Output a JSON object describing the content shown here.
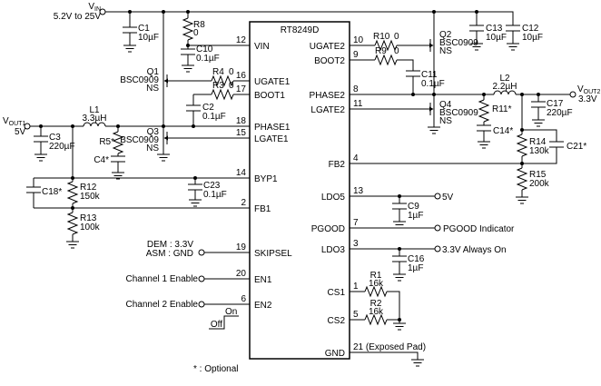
{
  "ic": {
    "title": "RT8249D",
    "left_pins": [
      {
        "num": "12",
        "name": "VIN"
      },
      {
        "num": "16",
        "name": "UGATE1"
      },
      {
        "num": "17",
        "name": "BOOT1"
      },
      {
        "num": "18",
        "name": "PHASE1"
      },
      {
        "num": "15",
        "name": "LGATE1"
      },
      {
        "num": "14",
        "name": "BYP1"
      },
      {
        "num": "2",
        "name": "FB1"
      },
      {
        "num": "19",
        "name": "SKIPSEL"
      },
      {
        "num": "20",
        "name": "EN1"
      },
      {
        "num": "6",
        "name": "EN2"
      }
    ],
    "right_pins": [
      {
        "num": "10",
        "name": "UGATE2"
      },
      {
        "num": "9",
        "name": "BOOT2"
      },
      {
        "num": "8",
        "name": "PHASE2"
      },
      {
        "num": "11",
        "name": "LGATE2"
      },
      {
        "num": "4",
        "name": "FB2"
      },
      {
        "num": "13",
        "name": "LDO5"
      },
      {
        "num": "7",
        "name": "PGOOD"
      },
      {
        "num": "3",
        "name": "LDO3"
      },
      {
        "num": "1",
        "name": "CS1"
      },
      {
        "num": "5",
        "name": "CS2"
      },
      {
        "num": "21 (Exposed Pad)",
        "name": "GND"
      }
    ]
  },
  "terminals": {
    "vin": {
      "symbol": "V",
      "sub": "IN",
      "range": "5.2V to 25V"
    },
    "vout1": {
      "symbol": "V",
      "sub": "OUT1",
      "voltage": "5V"
    },
    "vout2": {
      "symbol": "V",
      "sub": "OUT2",
      "voltage": "3.3V"
    },
    "ldo5": "5V",
    "pgood": "PGOOD Indicator",
    "ldo3": "3.3V Always On"
  },
  "components": {
    "C1": {
      "ref": "C1",
      "value": "10µF"
    },
    "R8": {
      "ref": "R8",
      "value": "0"
    },
    "C10": {
      "ref": "C10",
      "value": "0.1µF"
    },
    "Q1": {
      "ref": "Q1",
      "value": "BSC0909",
      "value2": "NS"
    },
    "R4": {
      "ref": "R4",
      "value": "0"
    },
    "R3": {
      "ref": "R3",
      "value": "0"
    },
    "C2": {
      "ref": "C2",
      "value": "0.1µF"
    },
    "L1": {
      "ref": "L1",
      "value": "3.3µH"
    },
    "C3": {
      "ref": "C3",
      "value": "220µF"
    },
    "R5": {
      "ref": "R5*"
    },
    "C4": {
      "ref": "C4*"
    },
    "Q3": {
      "ref": "Q3",
      "value": "BSC0909",
      "value2": "NS"
    },
    "C18": {
      "ref": "C18*"
    },
    "R12": {
      "ref": "R12",
      "value": "150k"
    },
    "R13": {
      "ref": "R13",
      "value": "100k"
    },
    "C23": {
      "ref": "C23",
      "value": "0.1µF"
    },
    "R10": {
      "ref": "R10",
      "value": "0"
    },
    "R9": {
      "ref": "R9",
      "value": "0"
    },
    "C11": {
      "ref": "C11",
      "value": "0.1µF"
    },
    "Q2": {
      "ref": "Q2",
      "value": "BSC0909",
      "value2": "NS"
    },
    "C13": {
      "ref": "C13",
      "value": "10µF"
    },
    "C12": {
      "ref": "C12",
      "value": "10µF"
    },
    "L2": {
      "ref": "L2",
      "value": "2.2µH"
    },
    "Q4": {
      "ref": "Q4",
      "value": "BSC0909",
      "value2": "NS"
    },
    "R11": {
      "ref": "R11*"
    },
    "C14": {
      "ref": "C14*"
    },
    "C17": {
      "ref": "C17",
      "value": "220µF"
    },
    "R14": {
      "ref": "R14",
      "value": "130k"
    },
    "C21": {
      "ref": "C21*"
    },
    "R15": {
      "ref": "R15",
      "value": "200k"
    },
    "C9": {
      "ref": "C9",
      "value": "1µF"
    },
    "C16": {
      "ref": "C16",
      "value": "1µF"
    },
    "R1": {
      "ref": "R1",
      "value": "16k"
    },
    "R2": {
      "ref": "R2",
      "value": "16k"
    }
  },
  "annotations": {
    "skipsel_high": "DEM : 3.3V",
    "skipsel_low": "ASM : GND",
    "en1_label": "Channel 1 Enable",
    "en2_label": "Channel 2 Enable",
    "on": "On",
    "off": "Off",
    "optional": "* : Optional"
  }
}
